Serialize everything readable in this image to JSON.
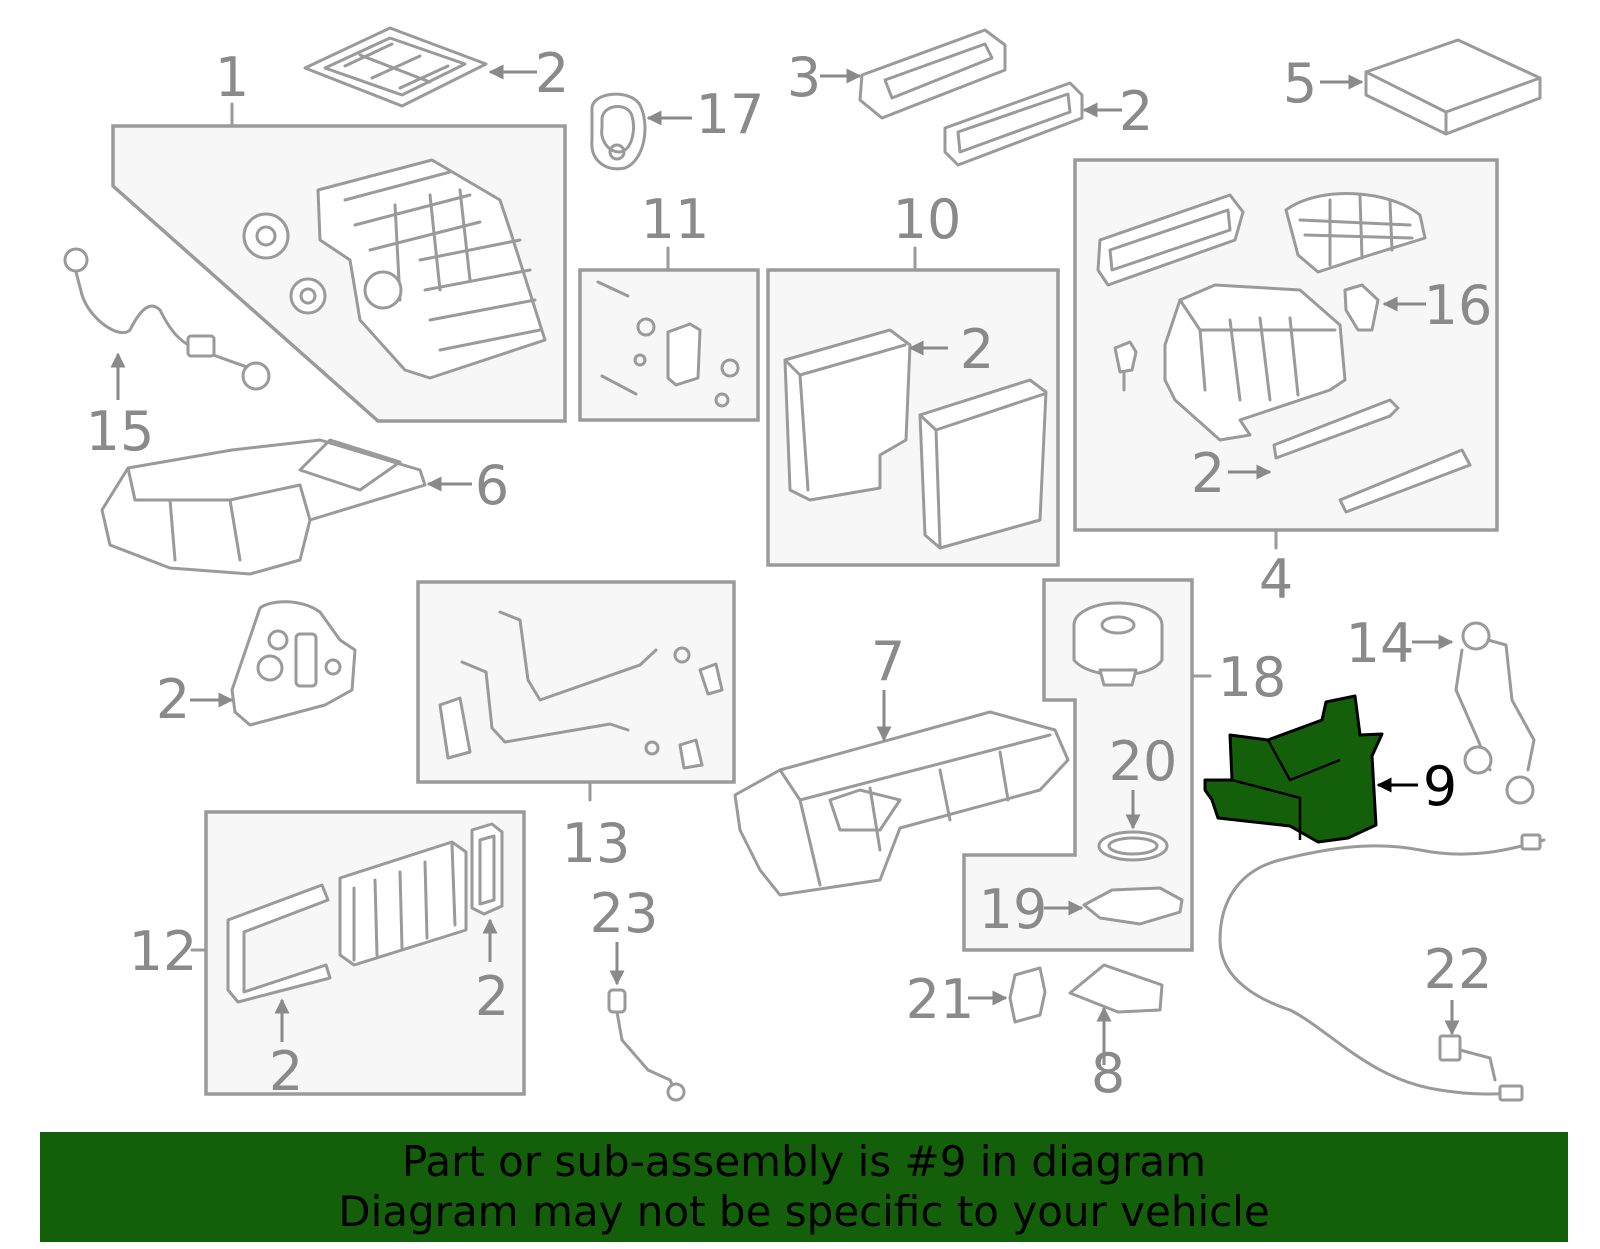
{
  "callouts": {
    "c1": "1",
    "c2": "2",
    "c3": "3",
    "c4": "4",
    "c5": "5",
    "c6": "6",
    "c7": "7",
    "c8": "8",
    "c9": "9",
    "c10": "10",
    "c11": "11",
    "c12": "12",
    "c13": "13",
    "c14": "14",
    "c15": "15",
    "c16": "16",
    "c17": "17",
    "c18": "18",
    "c19": "19",
    "c20": "20",
    "c21": "21",
    "c22": "22",
    "c23": "23"
  },
  "highlight": {
    "part": "9",
    "color": "#145f0a"
  },
  "banner": {
    "line1": "Part or sub-assembly is #9 in diagram",
    "line2": "Diagram may not be specific to your vehicle",
    "color": "#145f0a"
  }
}
